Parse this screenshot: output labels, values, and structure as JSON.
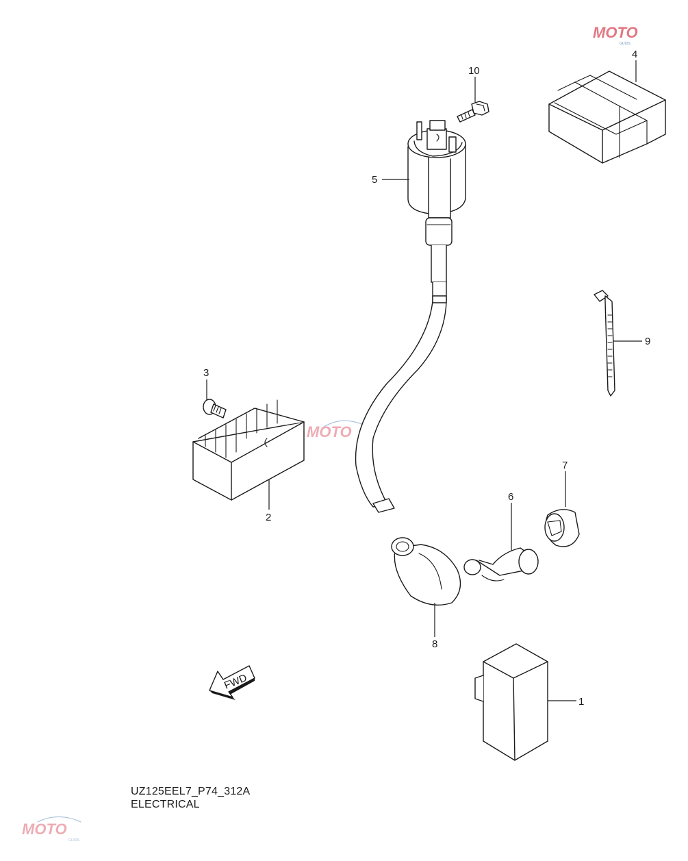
{
  "diagram_code": "UZ125EEL7_P74_312A",
  "diagram_title": "ELECTRICAL",
  "fwd_label": "FWD",
  "watermark_text": "MOTO",
  "watermark_sub": "GUIDS",
  "callouts": [
    "1",
    "2",
    "3",
    "4",
    "5",
    "6",
    "7",
    "8",
    "9",
    "10"
  ],
  "colors": {
    "line": "#1a1a1a",
    "watermark_red": "#d94a5a",
    "watermark_blue": "#3a6fb0"
  }
}
